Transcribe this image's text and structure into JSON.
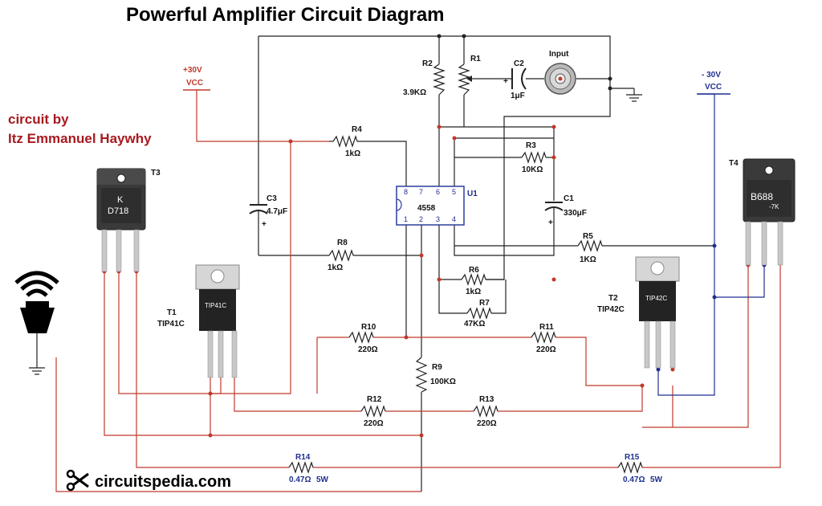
{
  "title": "Powerful Amplifier Circuit Diagram",
  "author": {
    "line1": "circuit by",
    "line2": "Itz Emmanuel Haywhy"
  },
  "brand": "circuitspedia.com",
  "supplies": {
    "positive": {
      "value": "+30V",
      "label": "VCC"
    },
    "negative": {
      "value": "- 30V",
      "label": "VCC"
    }
  },
  "input_label": "Input",
  "ic": {
    "ref": "U1",
    "part": "4558",
    "pins": [
      "8",
      "7",
      "6",
      "5",
      "1",
      "2",
      "3",
      "4"
    ]
  },
  "components": {
    "R1": {
      "ref": "R1"
    },
    "R2": {
      "ref": "R2",
      "value": "3.9KΩ"
    },
    "R3": {
      "ref": "R3",
      "value": "10KΩ"
    },
    "R4": {
      "ref": "R4",
      "value": "1kΩ"
    },
    "R5": {
      "ref": "R5",
      "value": "1KΩ"
    },
    "R6": {
      "ref": "R6",
      "value": "1kΩ"
    },
    "R7": {
      "ref": "R7",
      "value": "47KΩ"
    },
    "R8": {
      "ref": "R8",
      "value": "1kΩ"
    },
    "R9": {
      "ref": "R9",
      "value": "100KΩ"
    },
    "R10": {
      "ref": "R10",
      "value": "220Ω"
    },
    "R11": {
      "ref": "R11",
      "value": "220Ω"
    },
    "R12": {
      "ref": "R12",
      "value": "220Ω"
    },
    "R13": {
      "ref": "R13",
      "value": "220Ω"
    },
    "R14": {
      "ref": "R14",
      "value": "0.47Ω",
      "rating": "5W"
    },
    "R15": {
      "ref": "R15",
      "value": "0.47Ω",
      "rating": "5W"
    },
    "C1": {
      "ref": "C1",
      "value": "330μF",
      "polarity": "+"
    },
    "C2": {
      "ref": "C2",
      "value": "1μF",
      "polarity": "+"
    },
    "C3": {
      "ref": "C3",
      "value": "4.7μF",
      "polarity": "+"
    }
  },
  "transistors": {
    "T1": {
      "ref": "T1",
      "part": "TIP41C",
      "marking": "TIP41C"
    },
    "T2": {
      "ref": "T2",
      "part": "TIP42C",
      "marking": "TIP42C"
    },
    "T3": {
      "ref": "T3",
      "marking_top": "K",
      "marking": "D718"
    },
    "T4": {
      "ref": "T4",
      "marking": "B688",
      "marking_sub": "-7K"
    }
  },
  "colors": {
    "positive_rail": "#c0392b",
    "negative_rail": "#1f2f8f",
    "signal": "#222222",
    "author": "#a8191f"
  }
}
